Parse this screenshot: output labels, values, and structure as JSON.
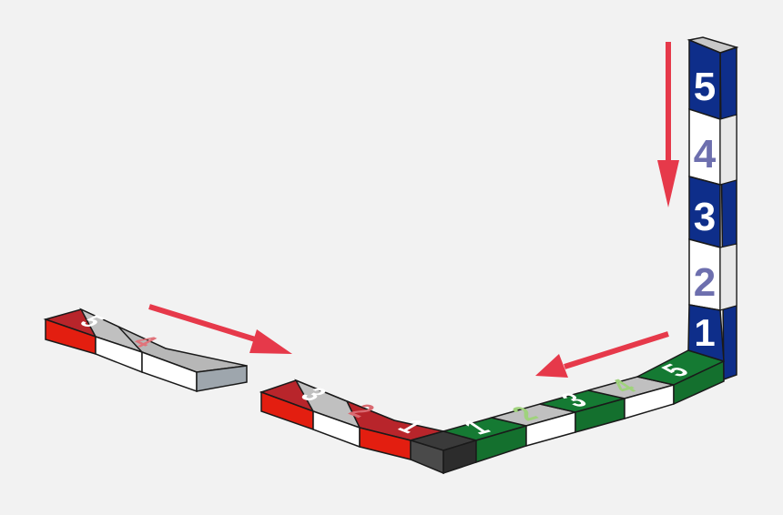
{
  "colors": {
    "background": "#f2f2f2",
    "red_band": "#e31e10",
    "red_top": "#b8252b",
    "blue_band": "#0e2e8a",
    "blue_top": "#163a99",
    "green_band": "#14702e",
    "green_top": "#157a33",
    "gray_top": "#b7b7b7",
    "white_face": "#ffffff",
    "corner_block": "#3a3a3a",
    "arrow": "#e6394a",
    "outline": "#1a1a1a"
  },
  "strips": {
    "left_partial": {
      "labels": [
        "5",
        "4"
      ]
    },
    "red_bottom": {
      "labels": [
        "3",
        "2",
        "1"
      ]
    },
    "green_bottom": {
      "labels": [
        "1",
        "2",
        "3",
        "4",
        "5"
      ]
    },
    "blue_vertical": {
      "labels": [
        "5",
        "4",
        "3",
        "2",
        "1"
      ]
    }
  },
  "arrows": [
    {
      "name": "arrow-down",
      "icon": "arrow-down-icon"
    },
    {
      "name": "arrow-left",
      "icon": "arrow-left-icon"
    },
    {
      "name": "arrow-right",
      "icon": "arrow-right-icon"
    }
  ]
}
